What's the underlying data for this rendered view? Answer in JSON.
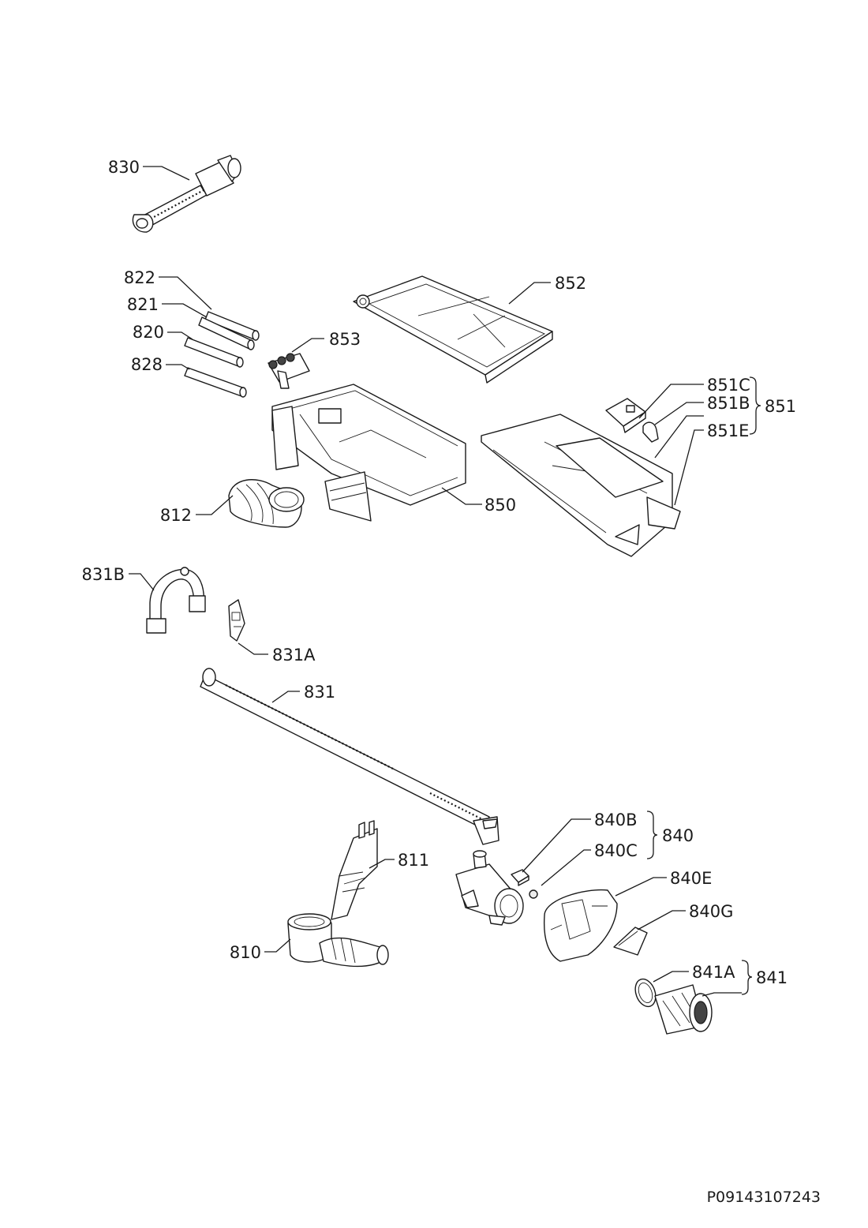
{
  "labels": {
    "p830": "830",
    "p822": "822",
    "p821": "821",
    "p820": "820",
    "p828": "828",
    "p853": "853",
    "p852": "852",
    "p851C": "851C",
    "p851B": "851B",
    "p851E": "851E",
    "p851": "851",
    "p850": "850",
    "p812": "812",
    "p831B": "831B",
    "p831A": "831A",
    "p831": "831",
    "p840B": "840B",
    "p840C": "840C",
    "p840": "840",
    "p840E": "840E",
    "p840G": "840G",
    "p811": "811",
    "p810": "810",
    "p841A": "841A",
    "p841": "841"
  },
  "diagram_code": "P09143107243",
  "colors": {
    "ink": "#1a1a1a",
    "background": "#ffffff"
  }
}
